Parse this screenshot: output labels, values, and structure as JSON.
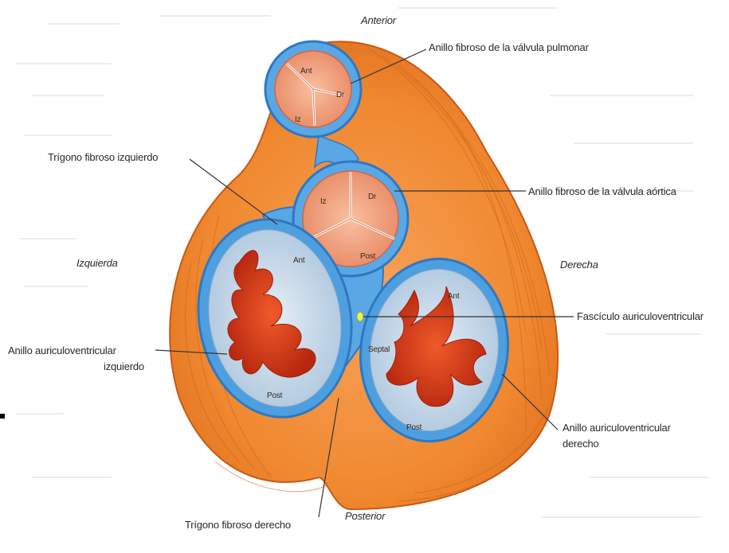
{
  "directions": {
    "anterior": "Anterior",
    "posterior": "Posterior",
    "left": "Izquierda",
    "right": "Derecha"
  },
  "labels": {
    "pulmonary_ring": "Anillo fibroso de la válvula pulmonar",
    "left_trigone": "Trígono fibroso izquierdo",
    "aortic_ring": "Anillo fibroso de la válvula aórtica",
    "av_bundle": "Fascículo auriculoventricular",
    "left_av_ring_line1": "Anillo auriculoventricular",
    "left_av_ring_line2": "izquierdo",
    "right_av_ring_line1": "Anillo auriculoventricular",
    "right_av_ring_line2": "derecho",
    "right_trigone": "Trígono fibroso derecho"
  },
  "cusps": {
    "pulmonary": [
      "Ant",
      "Dr",
      "Iz"
    ],
    "aortic": [
      "Iz",
      "Dr",
      "Post"
    ],
    "mitral": [
      "Ant",
      "Post"
    ],
    "tricuspid": [
      "Ant",
      "Septal",
      "Post"
    ]
  },
  "colors": {
    "fibrous_orange": "#f28a3a",
    "ring_blue": "#3b8fd6",
    "valve_bg": "#c8d8e8",
    "leaflet_red": "#d8401e",
    "cusp_pink": "#f2a07c"
  }
}
